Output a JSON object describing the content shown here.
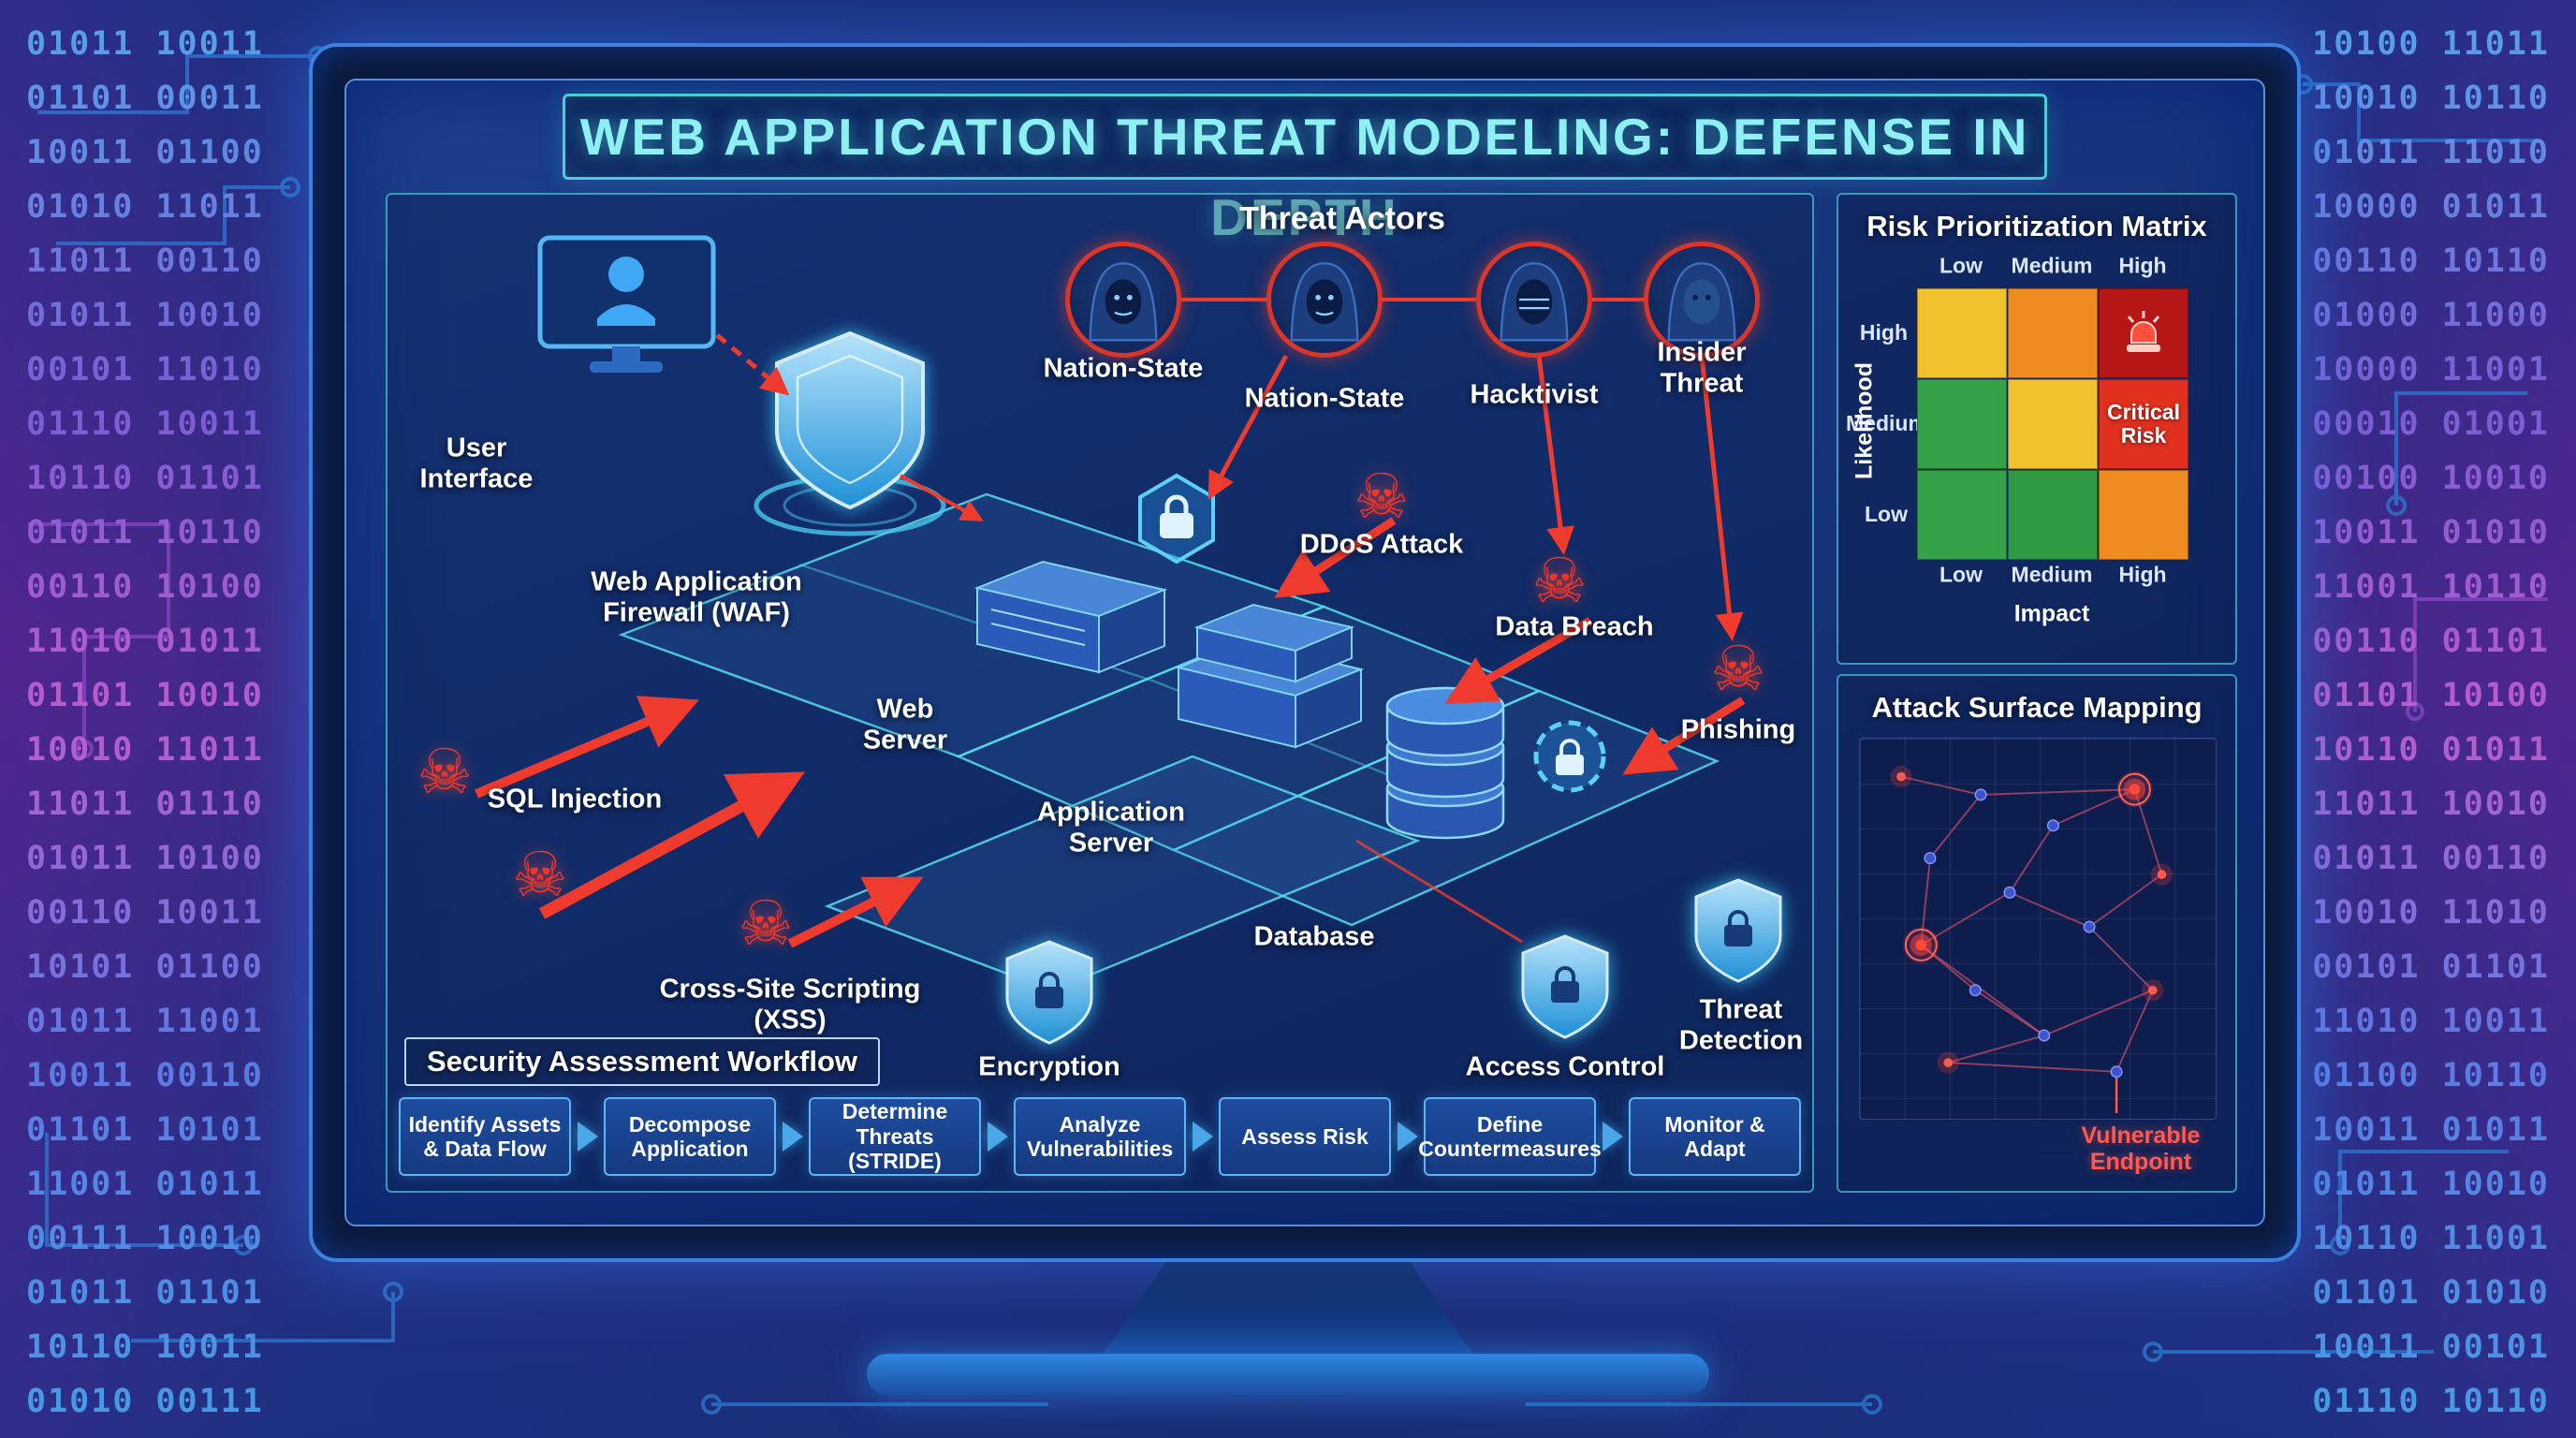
{
  "title": "WEB APPLICATION THREAT MODELING: DEFENSE IN DEPTH",
  "threat_actors": {
    "heading": "Threat Actors",
    "labels": [
      "Nation-State",
      "Nation-State",
      "Hacktivist",
      "Insider Threat"
    ]
  },
  "components": {
    "user_interface": "User Interface",
    "waf": "Web Application Firewall (WAF)",
    "web_server": "Web Server",
    "app_server": "Application Server",
    "database": "Database"
  },
  "attacks": {
    "sql": "SQL Injection",
    "xss": "Cross-Site Scripting (XSS)",
    "ddos": "DDoS Attack",
    "breach": "Data Breach",
    "phishing": "Phishing"
  },
  "defenses": {
    "encryption": "Encryption",
    "access": "Access Control",
    "detection": "Threat Detection"
  },
  "workflow": {
    "heading": "Security Assessment Workflow",
    "steps": [
      "Identify Assets & Data Flow",
      "Decompose Application",
      "Determine Threats (STRIDE)",
      "Analyze Vulnerabilities",
      "Assess Risk",
      "Define Countermeasures",
      "Monitor & Adapt"
    ]
  },
  "risk_matrix": {
    "heading": "Risk Prioritization Matrix",
    "x_label": "Impact",
    "y_label": "Likelihood",
    "col_ticks": [
      "Low",
      "Medium",
      "High"
    ],
    "row_ticks": [
      "High",
      "Medium",
      "Low"
    ],
    "critical": "Critical Risk",
    "cells": [
      [
        "yellow",
        "orange",
        "red_dark"
      ],
      [
        "green",
        "yellow",
        "red"
      ],
      [
        "green",
        "green2",
        "orange"
      ]
    ]
  },
  "attack_surface": {
    "heading": "Attack Surface Mapping",
    "callout": "Vulnerable Endpoint"
  },
  "background": {
    "binary_left": "01011 10011\n01101 00011\n10011 01100\n01010 11011\n11011 00110\n01011 10010\n00101 11010\n01110 10011\n10110 01101\n01011 10110\n00110 10100\n11010 01011\n01101 10010\n10010 11011\n11011 01110\n01011 10100\n00110 10011\n10101 01100\n01011 11001\n10011 00110\n01101 10101\n11001 01011\n00111 10010\n01011 01101\n10110 10011\n01010 00111",
    "binary_right": "10100 11011\n10010 10110\n01011 11010\n10000 01011\n00110 10110\n01000 11000\n10000 11001\n00010 01001\n00100 10010\n10011 01010\n11001 10110\n00110 01101\n01101 10100\n10110 01011\n11011 10010\n01011 00110\n10010 11010\n00101 01101\n11010 10011\n01100 10110\n10011 01011\n01011 10010\n10110 11001\n01101 01010\n10011 00101\n01110 10110"
  },
  "colors": {
    "yellow": "#f2c12e",
    "orange": "#ef8b1f",
    "red_dark": "#b51616",
    "red": "#e2301f",
    "green": "#35a24a",
    "green2": "#2f9b45",
    "accent_teal": "#49cdd8",
    "attack_red": "#ef3b2d",
    "shield_cyan": "#3fc8f5"
  }
}
